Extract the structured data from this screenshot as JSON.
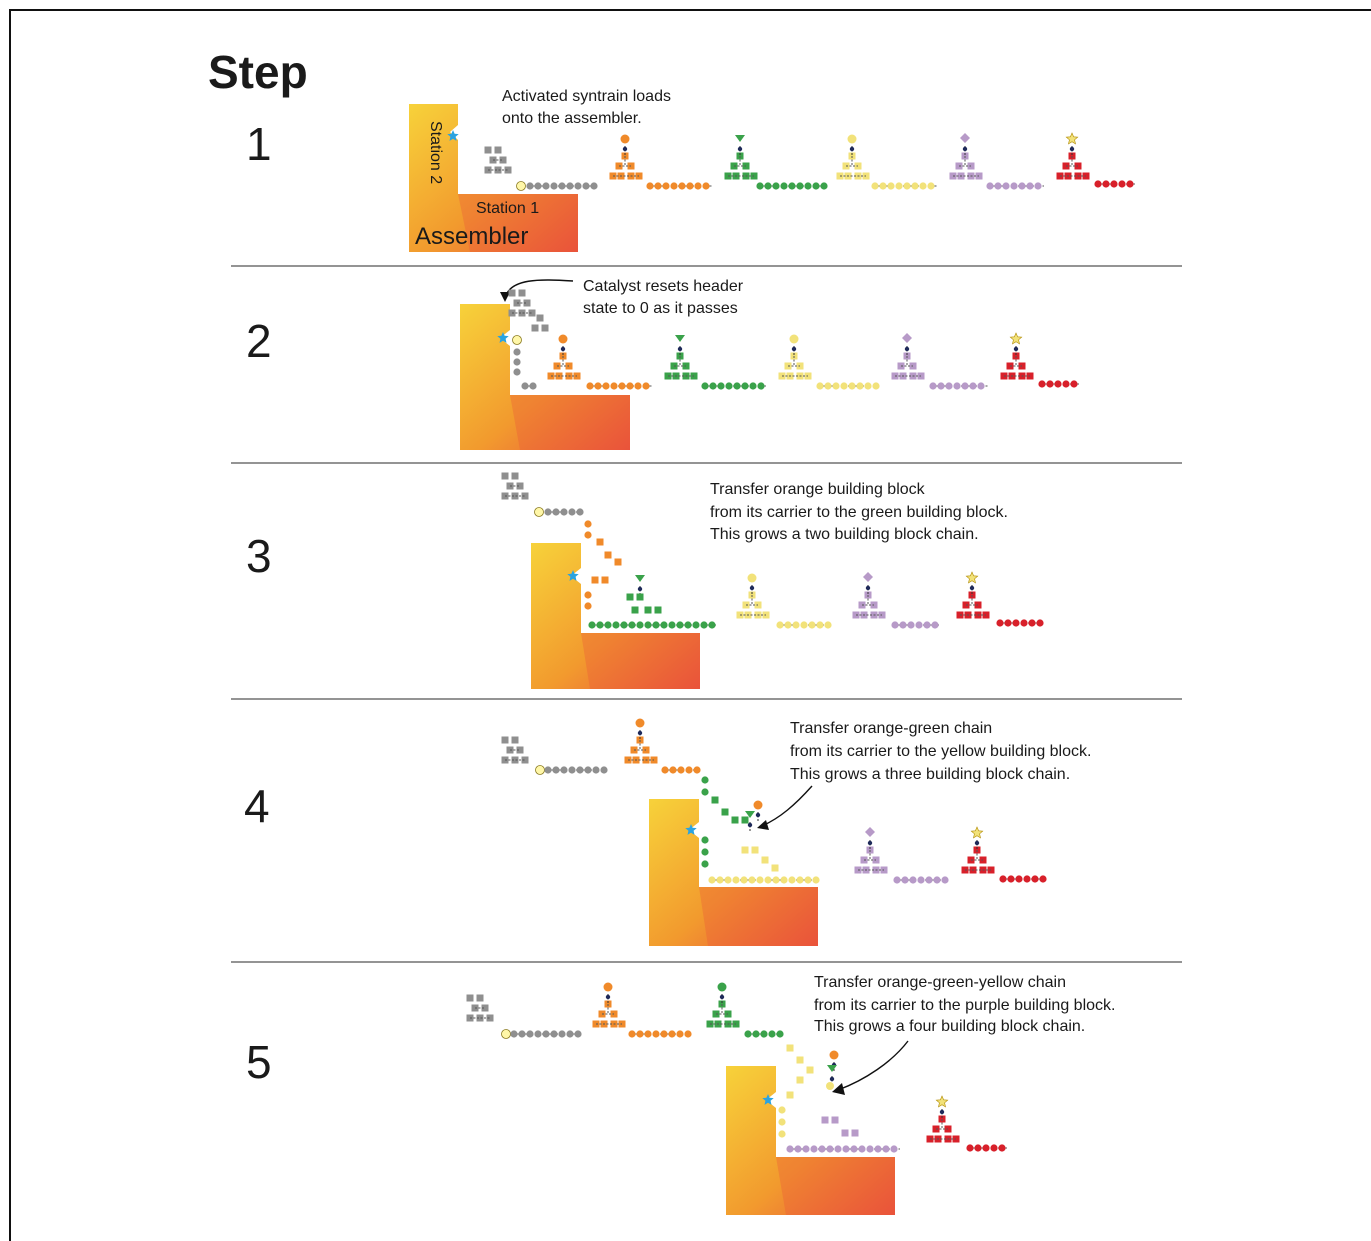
{
  "header": {
    "title": "Step"
  },
  "steps": [
    {
      "number": "1",
      "caption": [
        "Activated syntrain loads",
        "onto the assembler."
      ],
      "labels": {
        "assembler": "Assembler",
        "station1": "Station 1",
        "station2": "Station 2"
      }
    },
    {
      "number": "2",
      "caption": [
        "Catalyst resets header",
        "state to 0 as it passes"
      ]
    },
    {
      "number": "3",
      "caption": [
        "Transfer orange building block",
        "from its carrier to the green building block.",
        "This grows a two building block chain."
      ]
    },
    {
      "number": "4",
      "caption": [
        "Transfer orange-green chain",
        "from its carrier to the yellow building block.",
        "This grows a three building block chain."
      ]
    },
    {
      "number": "5",
      "caption": [
        "Transfer orange-green-yellow chain",
        "from its carrier to the purple building block.",
        "This grows a four building block chain."
      ]
    }
  ],
  "colors": {
    "gray": "#8f8f8f",
    "orange": "#f08a2a",
    "green": "#3aa24a",
    "yellow": "#f2e27a",
    "purple": "#b79ac8",
    "red": "#d8202a",
    "assembler_top": "#f6c92e",
    "assembler_bottom": "#ea5a3a",
    "catalyst": "#2ba3e0",
    "divider": "#555555"
  }
}
